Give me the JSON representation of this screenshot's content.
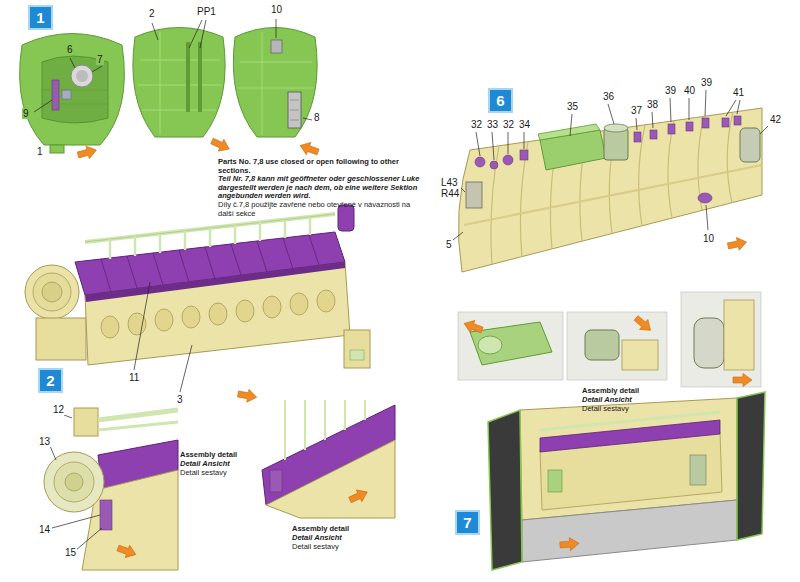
{
  "diagram": {
    "nodes": [
      {
        "text": [
          "1"
        ]
      },
      {
        "text": [
          "2"
        ]
      },
      {
        "text": [
          "6"
        ]
      },
      {
        "text": [
          "7"
        ]
      }
    ],
    "labels": [
      "6",
      "7",
      "9",
      "1",
      "2",
      "PP1",
      "10",
      "8",
      "Parts No. 7,8 use closed or open following to other sections.",
      "Teil Nr. 7,8 kann mit geöffneter oder geschlossener Luke dargestellt werden je nach dem, ob eine weitere Sektion angebunden werden wird.",
      "Díly č.7,8 použijte zavřené nebo otevřené v návaznosti na další sekce",
      "32",
      "33",
      "32",
      "34",
      "35",
      "36",
      "37",
      "38",
      "39",
      "40",
      "39",
      "41",
      "42",
      "L43",
      "R44",
      "5",
      "10",
      "11",
      "3",
      "12",
      "13",
      "14",
      "15",
      "Assembly detail",
      "Detail Ansicht",
      "Detail sestavy",
      "Assembly detail",
      "Detail Ansicht",
      "Detail sestavy",
      "Assembly detail",
      "Detail Ansicht",
      "Detail sestavy"
    ]
  }
}
